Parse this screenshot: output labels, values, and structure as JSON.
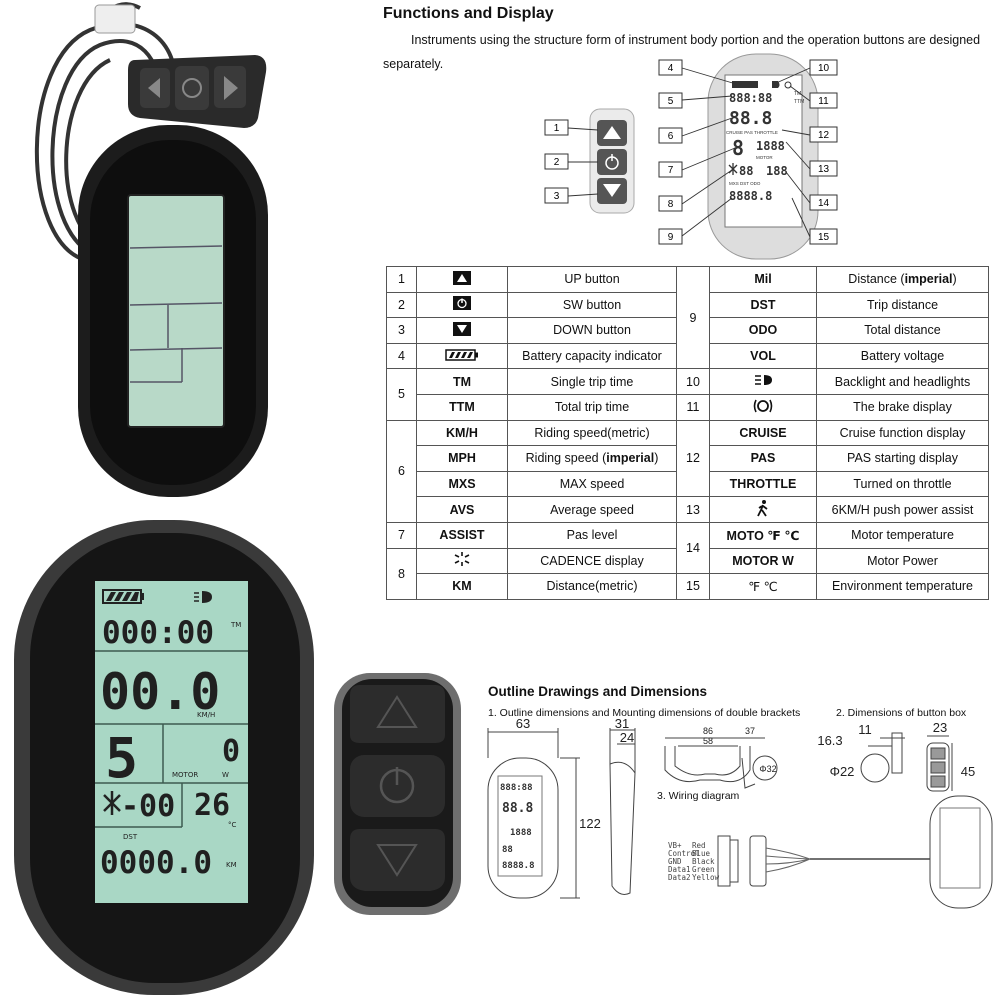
{
  "header": {
    "title": "Functions and Display",
    "intro": "Instruments using the structure form of instrument body portion and the operation buttons are designed separately."
  },
  "callouts": [
    "1",
    "2",
    "3",
    "4",
    "5",
    "6",
    "7",
    "8",
    "9",
    "10",
    "11",
    "12",
    "13",
    "14",
    "15"
  ],
  "lcd_large": {
    "time": "000:00",
    "time_unit": "TM",
    "speed": "00.0",
    "speed_unit": "KM/H",
    "assist": "5",
    "motor_value": "0",
    "motor_label": "MOTOR",
    "motor_unit": "W",
    "cadence": "-00",
    "temperature": "26",
    "temp_unit": "°C",
    "distance_label": "DST",
    "distance": "0000.0",
    "distance_unit": "KM"
  },
  "lcd_diagram": {
    "time": "888:88",
    "tm": "TM",
    "ttm": "TTM",
    "speed": "88.8",
    "modes": "CRUISE PAS THROTTLE",
    "assist": "8",
    "motor": "1888",
    "motor_label": "MOTOR",
    "cadence": "88",
    "temp": "188",
    "odo_labels": "MXS DST ODO",
    "distance": "8888.8",
    "mini_time": "888:88",
    "mini_speed": "88.8",
    "mini_motor": "1888",
    "mini_cadence": "88",
    "mini_distance": "8888.8"
  },
  "table": {
    "rows": [
      {
        "n": "1",
        "icon": "up-triangle-icon",
        "desc": "UP button",
        "n2": "9",
        "code2": "Mil",
        "desc2a": "Distance (",
        "desc2b": "imperial",
        "desc2c": ")"
      },
      {
        "n": "2",
        "icon": "power-icon",
        "desc": "SW button",
        "code2": "DST",
        "desc2": "Trip distance"
      },
      {
        "n": "3",
        "icon": "down-triangle-icon",
        "desc": "DOWN button",
        "code2": "ODO",
        "desc2": "Total distance"
      },
      {
        "n": "4",
        "icon": "battery-icon",
        "desc": "Battery capacity indicator",
        "code2": "VOL",
        "desc2": "Battery voltage"
      },
      {
        "n": "5",
        "code": "TM",
        "desc": "Single trip time",
        "n2": "10",
        "icon2": "headlight-icon",
        "desc2": "Backlight and headlights"
      },
      {
        "code": "TTM",
        "desc": "Total trip time",
        "n2": "11",
        "icon2": "brake-icon",
        "desc2": "The brake display"
      },
      {
        "n": "6",
        "code": "KM/H",
        "desc": "Riding speed(metric)",
        "n2": "12",
        "code2": "CRUISE",
        "desc2": "Cruise function display"
      },
      {
        "code": "MPH",
        "desca": "Riding speed (",
        "descb": "imperial",
        "descc": ")",
        "code2": "PAS",
        "desc2": "PAS starting display"
      },
      {
        "code": "MXS",
        "desc": "MAX speed",
        "code2": "THROTTLE",
        "desc2": "Turned on throttle"
      },
      {
        "code": "AVS",
        "desc": "Average speed",
        "n2": "13",
        "icon2": "walking-person-icon",
        "desc2": "6KM/H push power assist"
      },
      {
        "n": "7",
        "code": "ASSIST",
        "desc": "Pas level",
        "n2": "14",
        "code2": "MOTO ℉ ℃",
        "desc2": "Motor temperature"
      },
      {
        "n": "8",
        "icon": "cadence-icon",
        "desc": "CADENCE display",
        "code2": "MOTOR W",
        "desc2": "Motor Power"
      },
      {
        "code": "KM",
        "desc": "Distance(metric)",
        "n2": "15",
        "code2": "℉ ℃",
        "desc2": "Environment temperature"
      }
    ]
  },
  "outline": {
    "title": "Outline Drawings and Dimensions",
    "cap1": "1. Outline dimensions and Mounting dimensions of double brackets",
    "cap2": "2. Dimensions of button box",
    "cap3": "3. Wiring diagram",
    "dims": {
      "w63": "63",
      "w31": "31",
      "w24": "24",
      "h122": "122",
      "w86": "86",
      "w58": "58",
      "w37": "37",
      "d32": "Φ32",
      "w11": "11",
      "w23": "23",
      "w163": "16.3",
      "d22": "Φ22",
      "h45": "45"
    },
    "wires": [
      "VB+",
      "Control",
      "GND",
      "Data1",
      "Data2"
    ],
    "colors": [
      "Red",
      "Blue",
      "Black",
      "Green",
      "Yellow"
    ]
  },
  "colors": {
    "lcd_bg": "#a9d7c5",
    "lcd_bg_light": "#b8d9c8",
    "bezel": "#1a1a1a",
    "line": "#555555"
  }
}
